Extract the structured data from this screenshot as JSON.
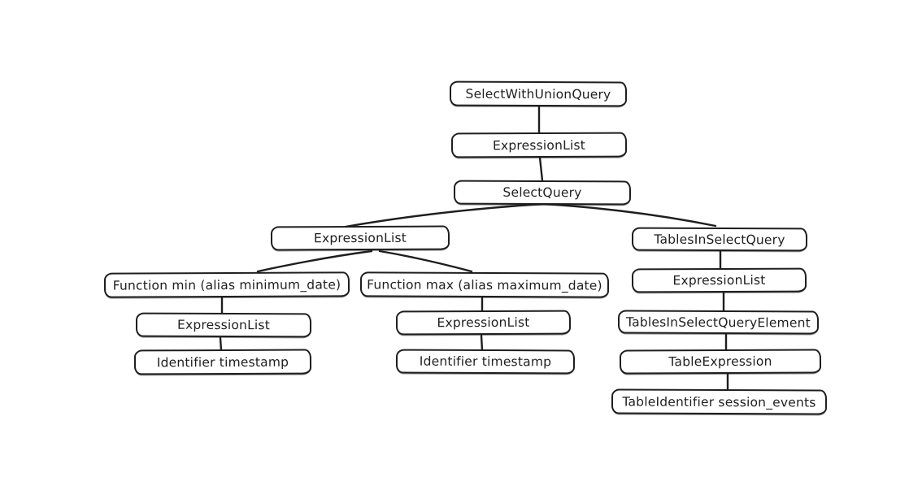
{
  "diagram": {
    "type": "tree",
    "description": "Hand-drawn abstract syntax tree of a SQL query",
    "colors": {
      "background": "#ffffff",
      "stroke": "#1e1e1e",
      "node_fill": "#ffffff",
      "text": "#1e1e1e"
    },
    "nodes": [
      {
        "id": "n0",
        "label": "SelectWithUnionQuery"
      },
      {
        "id": "n1",
        "label": "ExpressionList"
      },
      {
        "id": "n2",
        "label": "SelectQuery"
      },
      {
        "id": "n3",
        "label": "ExpressionList"
      },
      {
        "id": "n4",
        "label": "TablesInSelectQuery"
      },
      {
        "id": "n5",
        "label": "Function min (alias minimum_date)"
      },
      {
        "id": "n6",
        "label": "Function max (alias maximum_date)"
      },
      {
        "id": "n7",
        "label": "ExpressionList"
      },
      {
        "id": "n8",
        "label": "ExpressionList"
      },
      {
        "id": "n9",
        "label": "ExpressionList"
      },
      {
        "id": "n10",
        "label": "TablesInSelectQueryElement"
      },
      {
        "id": "n11",
        "label": "Identifier timestamp"
      },
      {
        "id": "n12",
        "label": "Identifier timestamp"
      },
      {
        "id": "n13",
        "label": "TableExpression"
      },
      {
        "id": "n14",
        "label": "TableIdentifier session_events"
      }
    ],
    "edges": [
      {
        "from": "n0",
        "to": "n1"
      },
      {
        "from": "n1",
        "to": "n2"
      },
      {
        "from": "n2",
        "to": "n3"
      },
      {
        "from": "n2",
        "to": "n4"
      },
      {
        "from": "n3",
        "to": "n5"
      },
      {
        "from": "n3",
        "to": "n6"
      },
      {
        "from": "n5",
        "to": "n8"
      },
      {
        "from": "n8",
        "to": "n11"
      },
      {
        "from": "n6",
        "to": "n9"
      },
      {
        "from": "n9",
        "to": "n12"
      },
      {
        "from": "n4",
        "to": "n7"
      },
      {
        "from": "n7",
        "to": "n10"
      },
      {
        "from": "n10",
        "to": "n13"
      },
      {
        "from": "n13",
        "to": "n14"
      }
    ]
  }
}
